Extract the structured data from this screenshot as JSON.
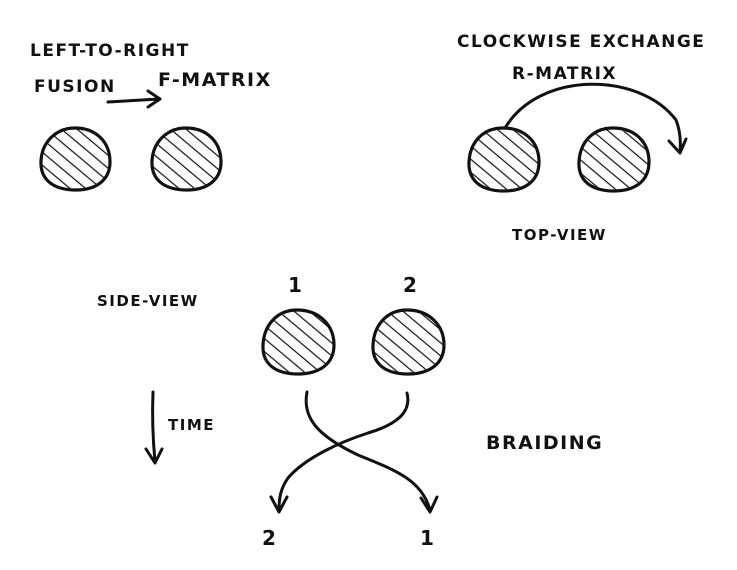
{
  "labels": {
    "fusion_line1": "LEFT-TO-RIGHT",
    "fusion_line2": "FUSION",
    "f_matrix": "F-MATRIX",
    "exchange_line1": "CLOCKWISE EXCHANGE",
    "r_matrix": "R-MATRIX",
    "top_view": "TOP-VIEW",
    "side_view": "SIDE-VIEW",
    "time": "TIME",
    "braiding": "BRAIDING",
    "top_left_index": "1",
    "top_right_index": "2",
    "bottom_left_index": "2",
    "bottom_right_index": "1"
  },
  "colors": {
    "ink": "#111111",
    "background": "#ffffff"
  }
}
